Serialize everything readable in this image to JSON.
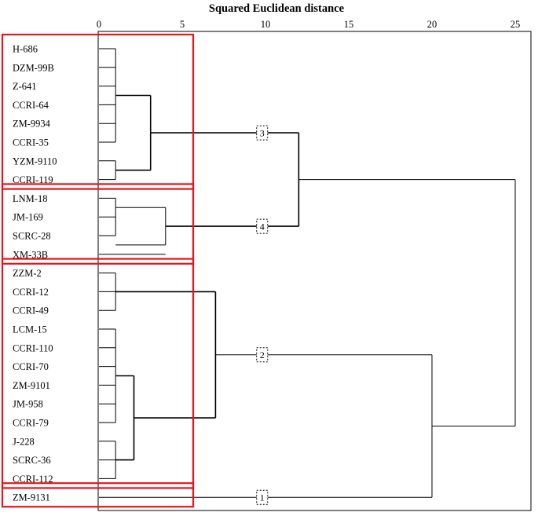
{
  "axis": {
    "title": "Squared Euclidean distance",
    "ticks": [
      0,
      5,
      10,
      15,
      20,
      25
    ]
  },
  "leaves": [
    "H-686",
    "DZM-99B",
    "Z-641",
    "CCRI-64",
    "ZM-9934",
    "CCRI-35",
    "YZM-9110",
    "CCRI-119",
    "LNM-18",
    "JM-169",
    "SCRC-28",
    "XM-33B",
    "ZZM-2",
    "CCRI-12",
    "CCRI-49",
    "LCM-15",
    "CCRI-110",
    "CCRI-70",
    "ZM-9101",
    "JM-958",
    "CCRI-79",
    "J-228",
    "SCRC-36",
    "CCRI-112",
    "ZM-9131"
  ],
  "clusters": [
    {
      "label": "3",
      "first": 0,
      "last": 7,
      "color": "#e8141b"
    },
    {
      "label": "4",
      "first": 8,
      "last": 11,
      "color": "#e8141b"
    },
    {
      "label": "2",
      "first": 12,
      "last": 23,
      "color": "#e8141b"
    },
    {
      "label": "1",
      "first": 24,
      "last": 24,
      "color": "#e8141b"
    }
  ],
  "merges": [
    {
      "children": [
        [
          0,
          1,
          2,
          3,
          4,
          5
        ],
        [
          6,
          7
        ]
      ],
      "distance": 3.1,
      "stroke": 1.6
    },
    {
      "children": [
        [
          8,
          9
        ],
        [
          10,
          11
        ]
      ],
      "distance": 4.0,
      "stroke": 1.0
    },
    {
      "children": [
        [
          12,
          13,
          14
        ],
        [
          15,
          16,
          17,
          18,
          19,
          20,
          21,
          22,
          23
        ]
      ],
      "distance": 7.0,
      "stroke": 1.6
    },
    {
      "children": [
        [
          0,
          1,
          2,
          3,
          4,
          5,
          6,
          7
        ],
        [
          8,
          9,
          10,
          11
        ]
      ],
      "distance": 12.0,
      "stroke": 1.6
    },
    {
      "children": [
        [
          12,
          13,
          14,
          15,
          16,
          17,
          18,
          19,
          20,
          21,
          22,
          23
        ],
        [
          24
        ]
      ],
      "distance": 20.0,
      "stroke": 1.0
    },
    {
      "children": [
        [
          0,
          1,
          2,
          3,
          4,
          5,
          6,
          7,
          8,
          9,
          10,
          11
        ],
        [
          12,
          13,
          14,
          15,
          16,
          17,
          18,
          19,
          20,
          21,
          22,
          23,
          24
        ]
      ],
      "distance": 25.0,
      "stroke": 1.0
    }
  ],
  "small_links": [
    {
      "leaves": [
        0,
        1,
        2,
        3,
        4,
        5
      ],
      "distance": 1.0
    },
    {
      "leaves": [
        6,
        7
      ],
      "distance": 1.0
    },
    {
      "leaves": [
        8,
        9,
        10
      ],
      "distance": 1.0
    },
    {
      "leaves": [
        12,
        13,
        14
      ],
      "distance": 1.0
    },
    {
      "leaves": [
        15,
        16,
        17,
        18,
        19,
        20
      ],
      "distance": 1.0
    },
    {
      "leaves": [
        21,
        22,
        23
      ],
      "distance": 1.0
    }
  ],
  "mid_links": [
    {
      "from": [
        15,
        16,
        17,
        18,
        19,
        20
      ],
      "to": [
        21,
        22,
        23
      ],
      "distance": 2.1
    }
  ]
}
